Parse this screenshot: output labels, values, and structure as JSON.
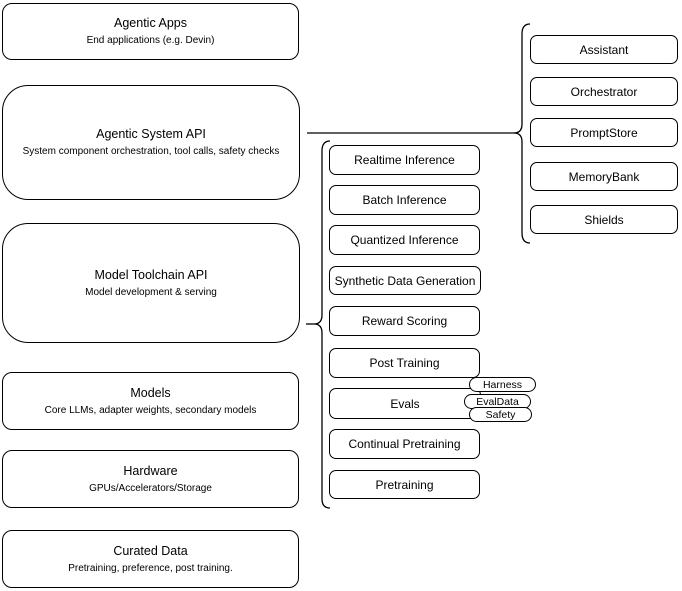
{
  "diagram": {
    "background_color": "#ffffff",
    "border_color": "#000000",
    "text_color": "#000000"
  },
  "left_stack": {
    "items": [
      {
        "title": "Agentic Apps",
        "subtitle": "End applications (e.g. Devin)"
      },
      {
        "title": "Agentic System API",
        "subtitle": "System component orchestration, tool calls, safety checks"
      },
      {
        "title": "Model Toolchain API",
        "subtitle": "Model development & serving"
      },
      {
        "title": "Models",
        "subtitle": "Core LLMs, adapter weights, secondary models"
      },
      {
        "title": "Hardware",
        "subtitle": "GPUs/Accelerators/Storage"
      },
      {
        "title": "Curated Data",
        "subtitle": "Pretraining, preference, post training."
      }
    ]
  },
  "toolchain": {
    "items": [
      {
        "label": "Realtime Inference"
      },
      {
        "label": "Batch Inference"
      },
      {
        "label": "Quantized Inference"
      },
      {
        "label": "Synthetic Data Generation"
      },
      {
        "label": "Reward Scoring"
      },
      {
        "label": "Post Training"
      },
      {
        "label": "Evals"
      },
      {
        "label": "Continual Pretraining"
      },
      {
        "label": "Pretraining"
      }
    ]
  },
  "evals_tags": {
    "items": [
      {
        "label": "Harness"
      },
      {
        "label": "EvalData"
      },
      {
        "label": "Safety"
      }
    ]
  },
  "system_components": {
    "items": [
      {
        "label": "Assistant"
      },
      {
        "label": "Orchestrator"
      },
      {
        "label": "PromptStore"
      },
      {
        "label": "MemoryBank"
      },
      {
        "label": "Shields"
      }
    ]
  }
}
